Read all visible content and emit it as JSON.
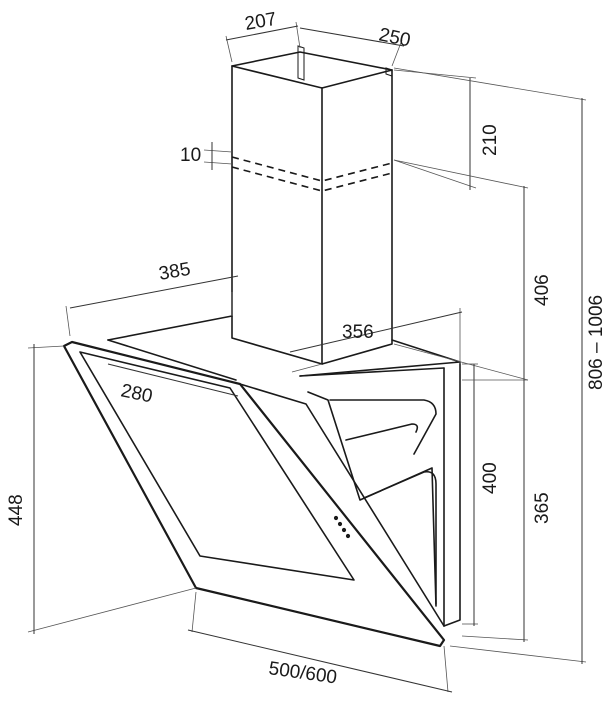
{
  "dimensions": {
    "chimney_width": "207",
    "chimney_depth": "250",
    "chimney_top_section": "210",
    "chimney_gap": "10",
    "chimney_upper_height": "406",
    "hood_depth": "385",
    "hood_inner_depth": "356",
    "glass_depth": "280",
    "hood_height_front": "448",
    "body_height": "400",
    "body_lower_height": "365",
    "total_height": "806 – 1006",
    "hood_width": "500/600"
  },
  "colors": {
    "line": "#1a1a1a",
    "background": "#ffffff"
  }
}
